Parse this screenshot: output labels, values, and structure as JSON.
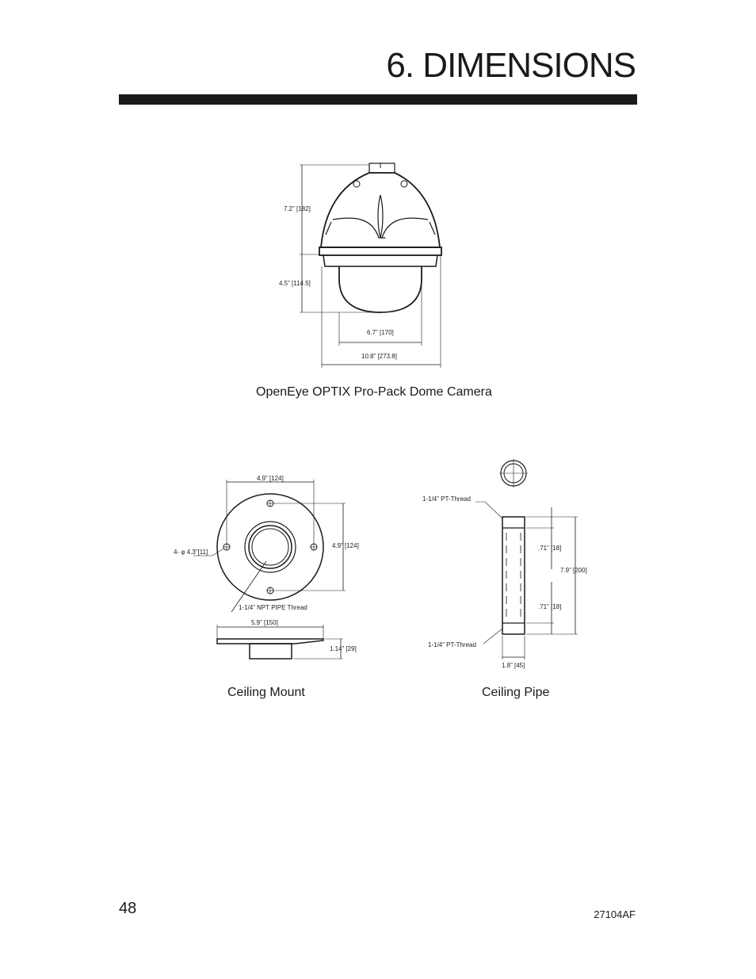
{
  "header": {
    "title": "6. DIMENSIONS"
  },
  "camera": {
    "caption": "OpenEye OPTIX Pro-Pack Dome Camera",
    "dim_total_height_upper": "7.2” [182]",
    "dim_dome_height": "4.5” [114.5]",
    "dim_dome_width": "6.7” [170]",
    "dim_housing_width": "10.8” [273.8]"
  },
  "ceiling_mount": {
    "caption": "Ceiling Mount",
    "dim_hole_spacing_h": "4.9” [124]",
    "dim_hole_spacing_v": "4.9” [124]",
    "dim_hole": "4- φ 4.3”[11]",
    "dim_thread": "1-1/4” NPT PIPE Thread",
    "dim_diameter": "5.9” [150]",
    "dim_height": "1.14” [29]"
  },
  "ceiling_pipe": {
    "caption": "Ceiling Pipe",
    "thread_top": "1-1/4” PT-Thread",
    "thread_bottom": "1-1/4” PT-Thread",
    "dim_top_thread": ".71” [18]",
    "dim_length": "7.9” [200]",
    "dim_bottom_thread": ".71” [18]",
    "dim_width": "1.8” [45]"
  },
  "footer": {
    "page_number": "48",
    "doc_code": "27104AF"
  }
}
